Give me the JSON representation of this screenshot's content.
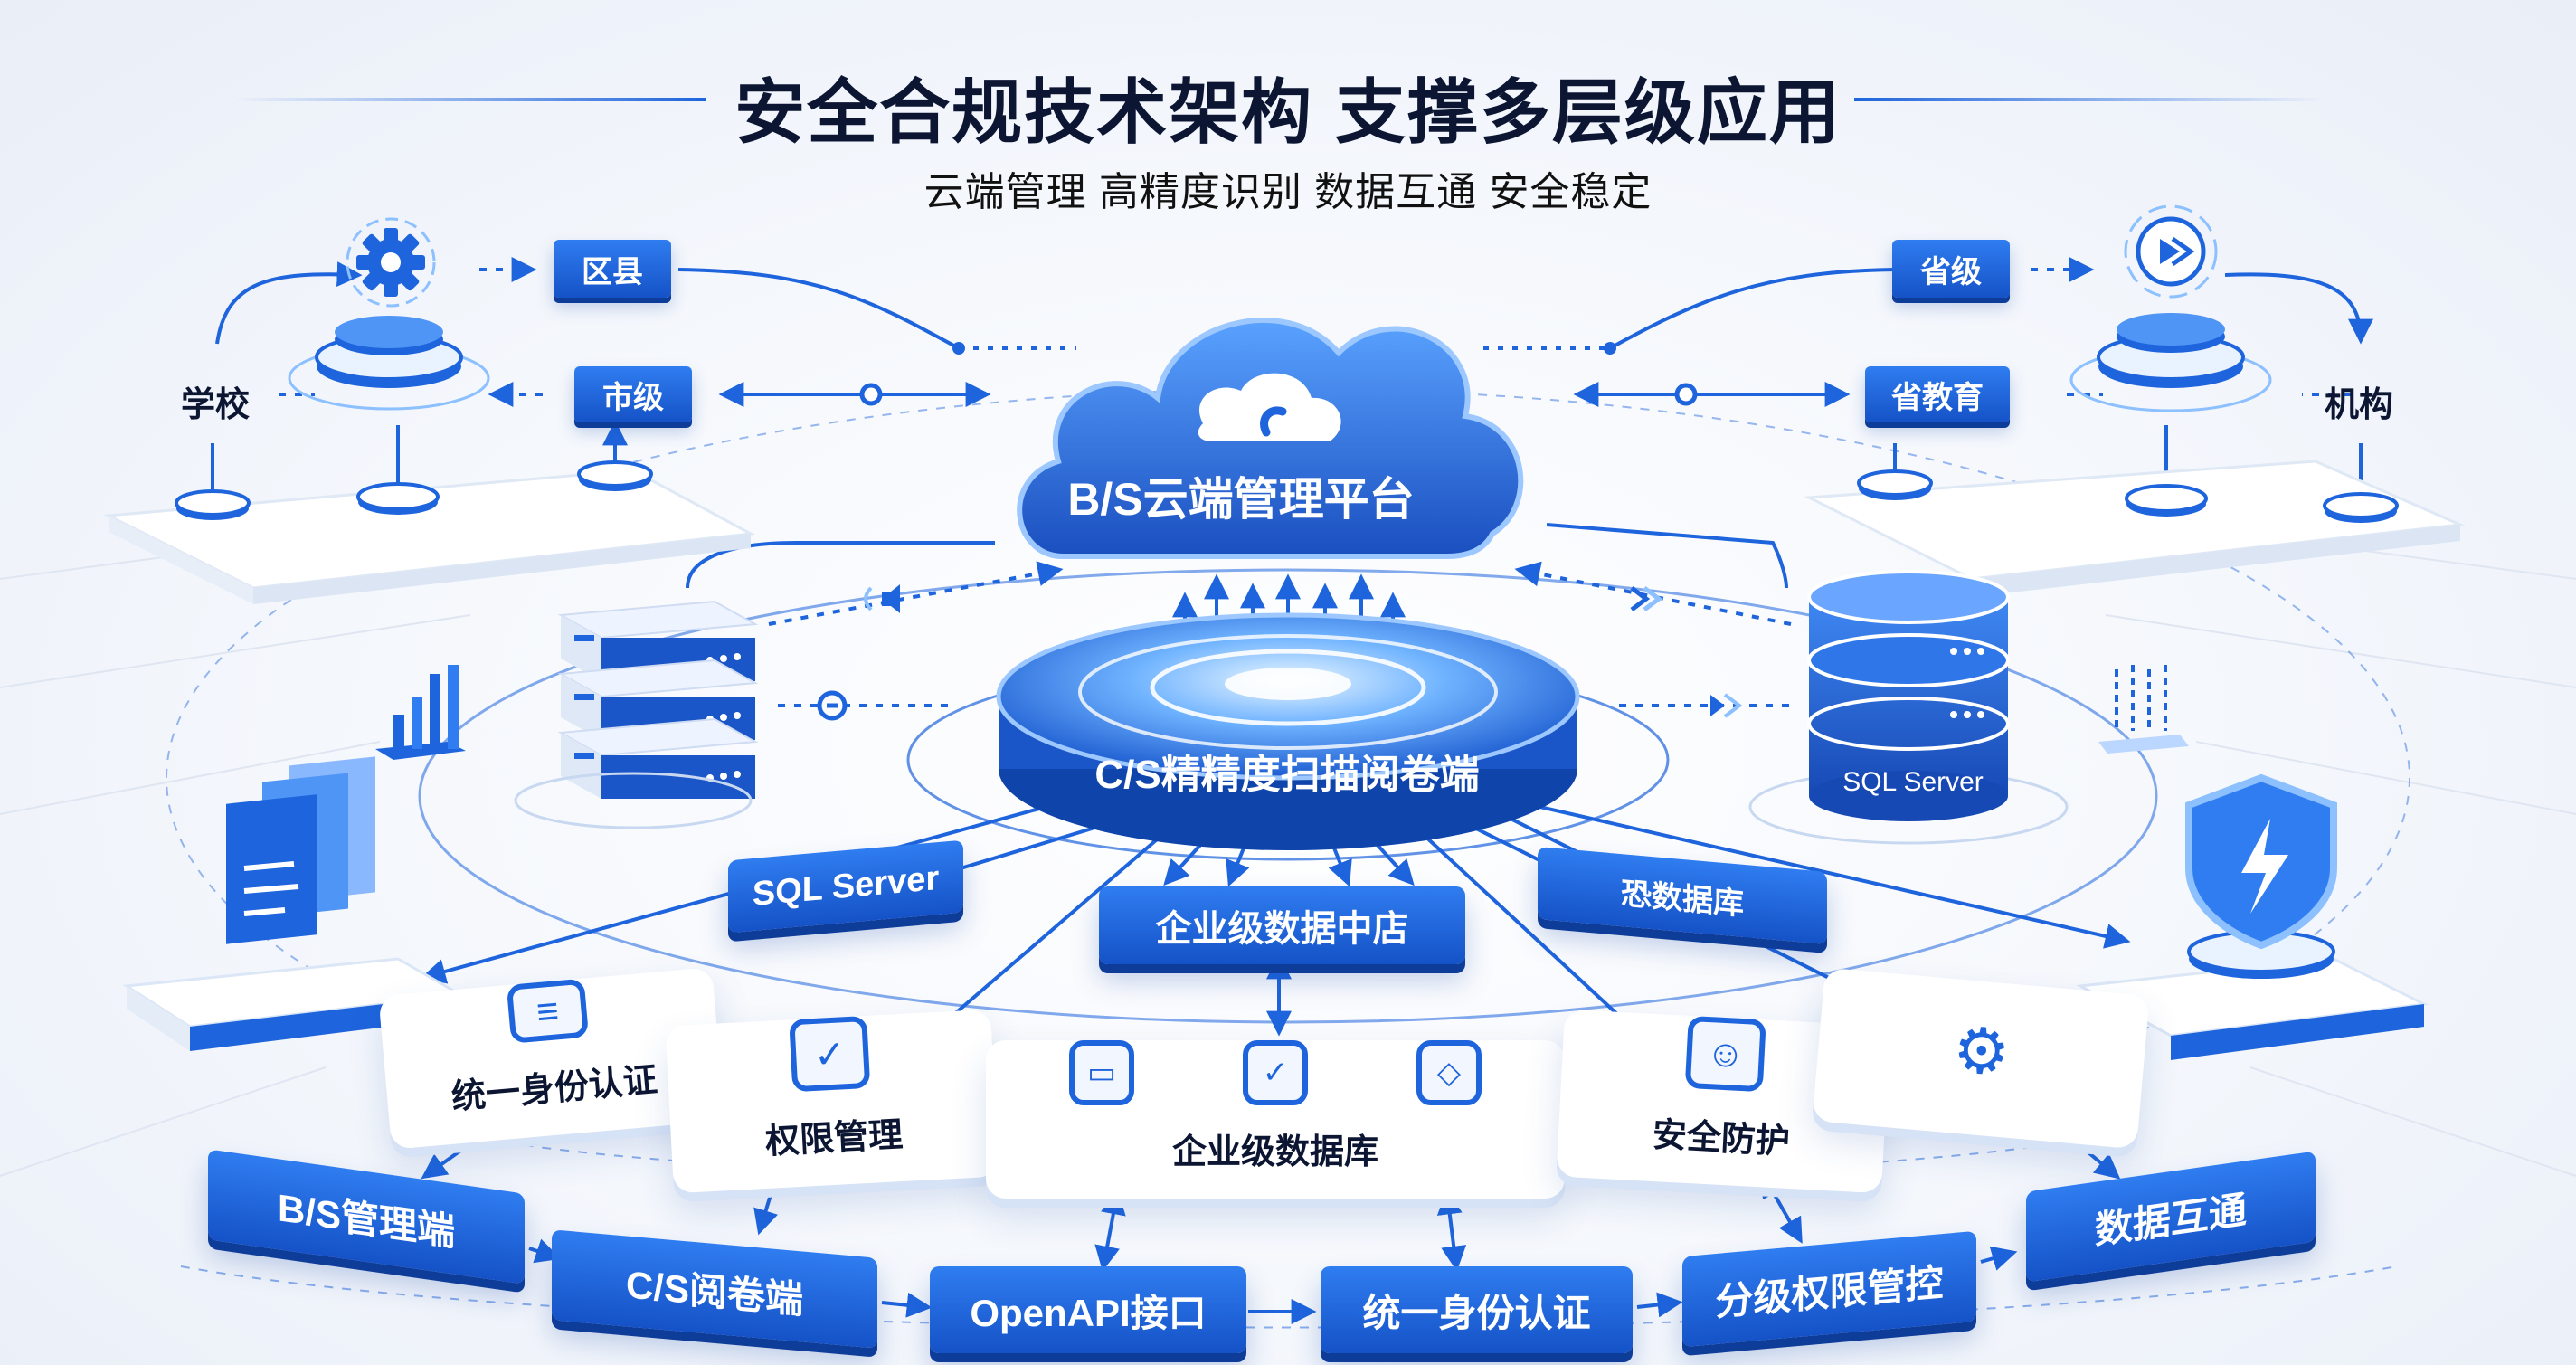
{
  "header": {
    "title": "安全合规技术架构 支撑多层级应用",
    "subtitle": "云端管理 高精度识别 数据互通 安全稳定"
  },
  "left_cluster": {
    "district": "区县",
    "city": "市级",
    "school": "学校"
  },
  "right_cluster": {
    "province": "省级",
    "education_dept": "省教育",
    "institution": "机构"
  },
  "core": {
    "cloud_platform": "B/S云端管理平台",
    "scanner_client": "C/S精精度扫描阅卷端",
    "sql_server_db": "SQL Server",
    "sql_server_tile": "SQL Server",
    "data_center": "企业级数据中店",
    "garbled_tile": "恐数据库"
  },
  "modules": {
    "identity_auth": "统一身份认证",
    "permission_mgmt": "权限管理",
    "enterprise_db": "企业级数据库",
    "security": "安全防护"
  },
  "bottom_row": {
    "bs_admin": "B/S管理端",
    "cs_reader": "C/S阅卷端",
    "openapi": "OpenAPI接口",
    "unified_auth": "统一身份认证",
    "tiered_permission": "分级权限管控",
    "data_exchange": "数据互通"
  },
  "colors": {
    "brand_blue": "#1e64dc",
    "deep_blue": "#0d3c99",
    "light_blue": "#8cc0ff"
  },
  "icons": {
    "gear": "gear-icon",
    "cloud": "cloud-icon",
    "server": "server-rack-icon",
    "database": "database-icon",
    "shield": "shield-lightning-icon",
    "document": "document-stack-icon",
    "bar_chart": "bar-chart-icon"
  }
}
